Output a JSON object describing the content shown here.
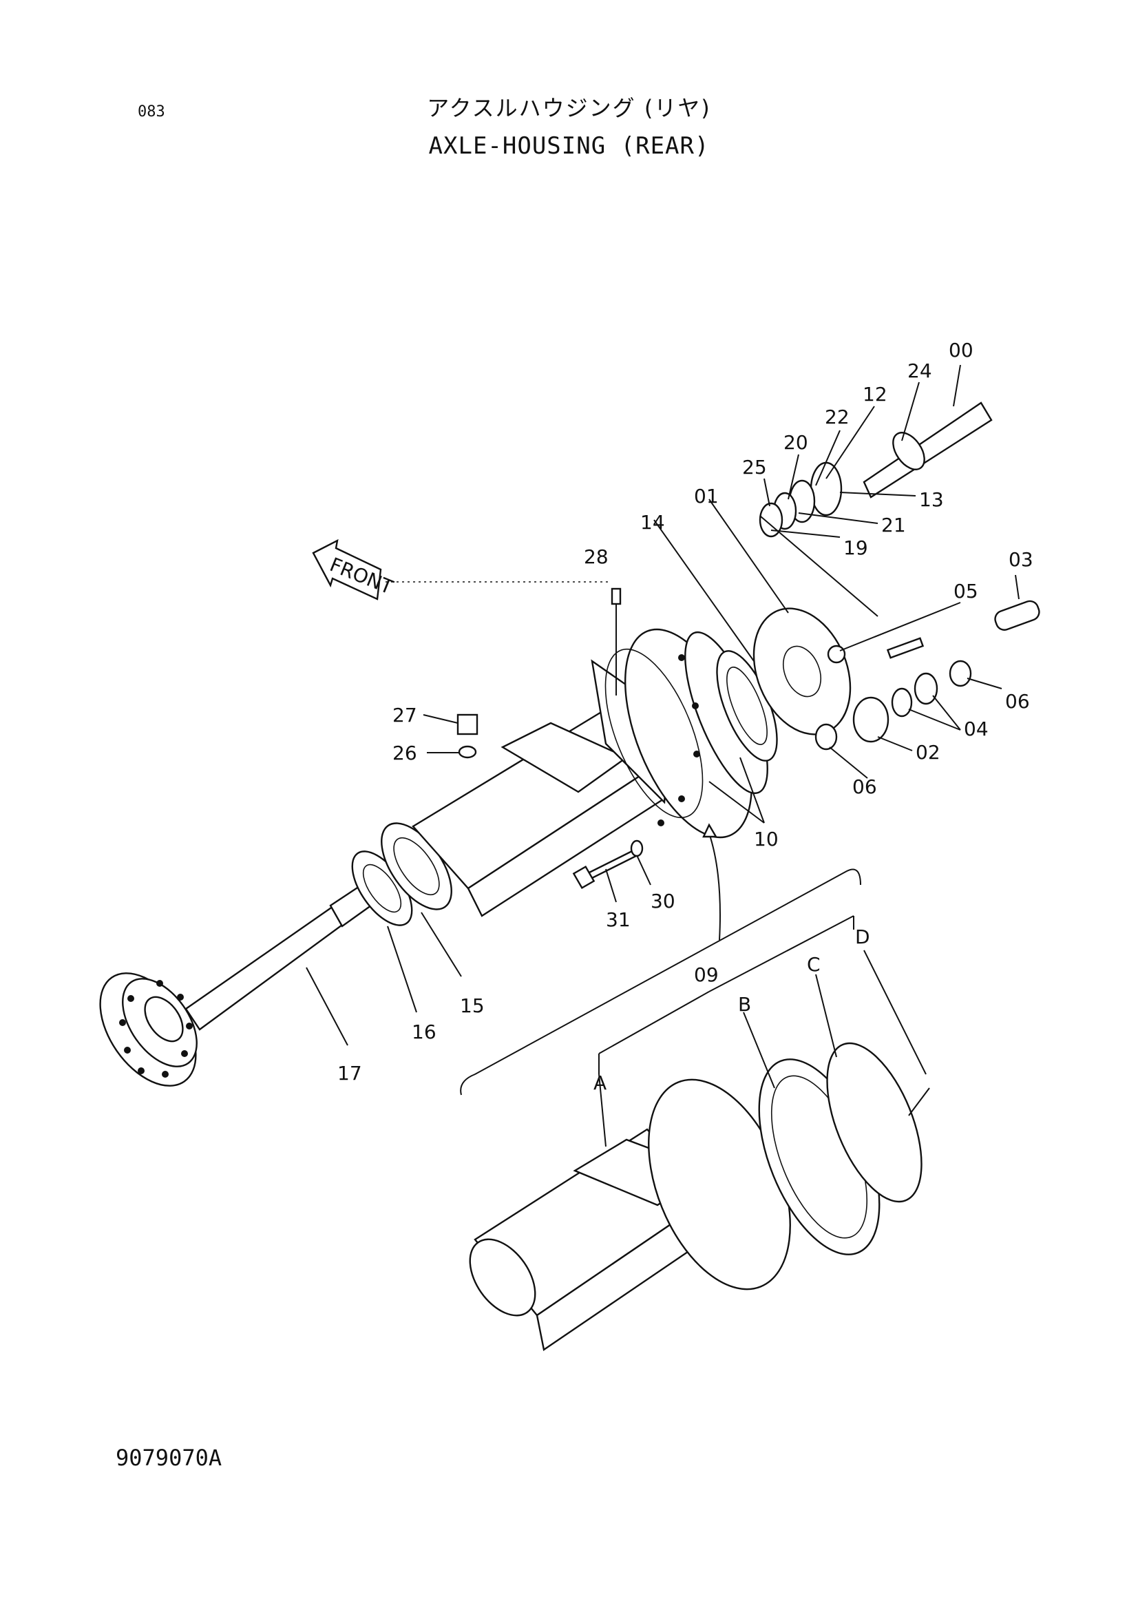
{
  "header": {
    "page_number": "083",
    "title_jp": "アクスルハウジング (リヤ)",
    "title_en": "AXLE-HOUSING (REAR)"
  },
  "footer": {
    "drawing_code": "9079070A"
  },
  "diagram": {
    "front_arrow_label": "FRONT",
    "callouts": {
      "c00": "00",
      "c24": "24",
      "c12": "12",
      "c22": "22",
      "c20": "20",
      "c25": "25",
      "c13": "13",
      "c21": "21",
      "c19": "19",
      "c01": "01",
      "c14": "14",
      "c28": "28",
      "c03": "03",
      "c05": "05",
      "c06a": "06",
      "c06b": "06",
      "c04": "04",
      "c02": "02",
      "c27": "27",
      "c26": "26",
      "c10": "10",
      "c30": "30",
      "c31": "31",
      "c15": "15",
      "c16": "16",
      "c17": "17",
      "c09": "09",
      "cA": "A",
      "cB": "B",
      "cC": "C",
      "cD": "D"
    }
  }
}
